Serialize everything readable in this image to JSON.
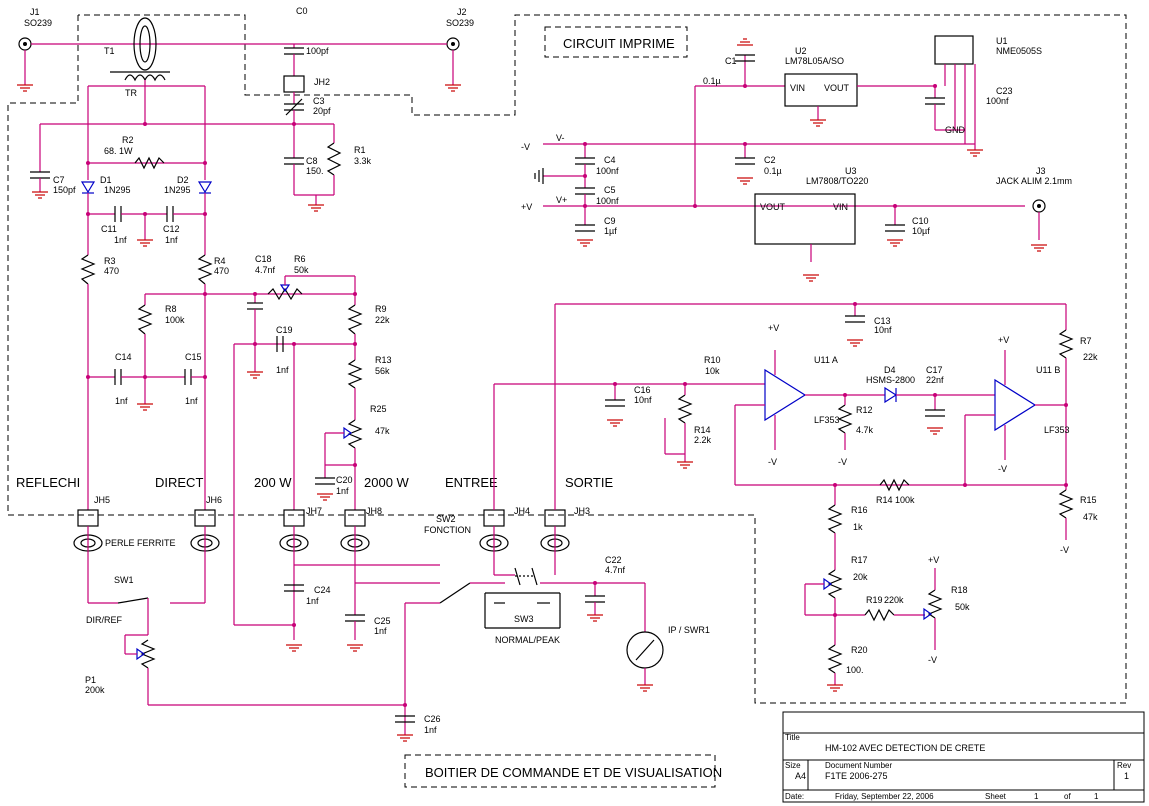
{
  "frames": {
    "circuit_imprime": "CIRCUIT IMPRIME",
    "boitier": "BOITIER DE COMMANDE ET DE VISUALISATION"
  },
  "title_block": {
    "title_label": "Title",
    "title": "HM-102 AVEC DETECTION DE CRETE",
    "size_label": "Size",
    "size": "A4",
    "docnum_label": "Document Number",
    "docnum": "F1TE 2006-275",
    "rev_label": "Rev",
    "rev": "1",
    "date_label": "Date:",
    "date": "Friday, September 22, 2006",
    "sheet_label": "Sheet",
    "sheet": "1",
    "of_label": "of",
    "of": "1"
  },
  "section_labels": {
    "reflechi": "REFLECHI",
    "direct": "DIRECT",
    "w200": "200 W",
    "w2000": "2000 W",
    "entree": "ENTREE",
    "sortie": "SORTIE"
  },
  "connectors": {
    "j1": "J1",
    "j1_type": "SO239",
    "j2": "J2",
    "j2_type": "SO239",
    "j3": "J3",
    "j3_type": "JACK ALIM 2.1mm",
    "c0": "C0"
  },
  "components": {
    "t1": "T1",
    "tr": "TR",
    "jh2": "JH2",
    "jh3": "JH3",
    "jh4": "JH4",
    "jh5": "JH5",
    "jh6": "JH6",
    "jh7": "JH7",
    "jh8": "JH8",
    "perle": "PERLE FERRITE",
    "c_100pf": "100pf",
    "c3": "C3",
    "c3v": "20pf",
    "r2": "R2",
    "r2v": "68. 1W",
    "r1": "R1",
    "r1v": "3.3k",
    "c8": "C8",
    "c8v": "150.",
    "c7": "C7",
    "c7v": "150pf",
    "d1": "D1",
    "d1v": "1N295",
    "d2": "D2",
    "d2v": "1N295",
    "c11": "C11",
    "c11v": "1nf",
    "c12": "C12",
    "c12v": "1nf",
    "r3": "R3",
    "r3v": "470",
    "r4": "R4",
    "r4v": "470",
    "c18": "C18",
    "c18v": "4.7nf",
    "r6": "R6",
    "r6v": "50k",
    "r8": "R8",
    "r8v": "100k",
    "r9": "R9",
    "r9v": "22k",
    "c19": "C19",
    "c19v": "1nf",
    "r13": "R13",
    "r13v": "56k",
    "c14": "C14",
    "c14v": "1nf",
    "c15": "C15",
    "c15v": "1nf",
    "r25": "R25",
    "r25v": "47k",
    "c20": "C20",
    "c20v": "1nf",
    "c24": "C24",
    "c24v": "1nf",
    "c25": "C25",
    "c25v": "1nf",
    "sw1": "SW1",
    "sw1v": "DIR/REF",
    "p1": "P1",
    "p1v": "200k",
    "c26": "C26",
    "c26v": "1nf",
    "sw2": "SW2",
    "sw2v": "FONCTION",
    "sw3": "SW3",
    "sw3v": "NORMAL/PEAK",
    "c22": "C22",
    "c22v": "4.7nf",
    "meter": "IP / SWR1",
    "c1": "C1",
    "c1v": "0.1µ",
    "u2": "U2",
    "u2v": "LM78L05A/SO",
    "u1": "U1",
    "u1v": "NME0505S",
    "c23": "C23",
    "c23v": "100nf",
    "c2": "C2",
    "c2v": "0.1µ",
    "c4": "C4",
    "c4v": "100nf",
    "c5": "C5",
    "c5v": "100nf",
    "c9": "C9",
    "c9v": "1µf",
    "u3": "U3",
    "u3v": "LM7808/TO220",
    "c10": "C10",
    "c10v": "10µf",
    "c13": "C13",
    "c13v": "10nf",
    "r7": "R7",
    "r7v": "22k",
    "r10": "R10",
    "r10v": "10k",
    "u11a": "U11 A",
    "u11b": "U11 B",
    "d4": "D4",
    "d4v": "HSMS-2800",
    "c17": "C17",
    "c17v": "22nf",
    "c16": "C16",
    "c16v": "10nf",
    "r12": "R12",
    "r12v": "4.7k",
    "r14": "R14",
    "r14v": "2.2k",
    "lf353a": "LF353",
    "lf353b": "LF353",
    "r14b": "R14 100k",
    "r15": "R15",
    "r15v": "47k",
    "r16": "R16",
    "r16v": "1k",
    "r17": "R17",
    "r17v": "20k",
    "r19": "R19",
    "r19v": "220k",
    "r18": "R18",
    "r18v": "50k",
    "r20": "R20",
    "r20v": "100."
  },
  "rails": {
    "vin": "VIN",
    "vout": "VOUT",
    "gnd": "GND",
    "minus_v": "-V",
    "plus_v": "+V",
    "v_minus_flag": "V-",
    "v_plus_flag": "V+"
  }
}
